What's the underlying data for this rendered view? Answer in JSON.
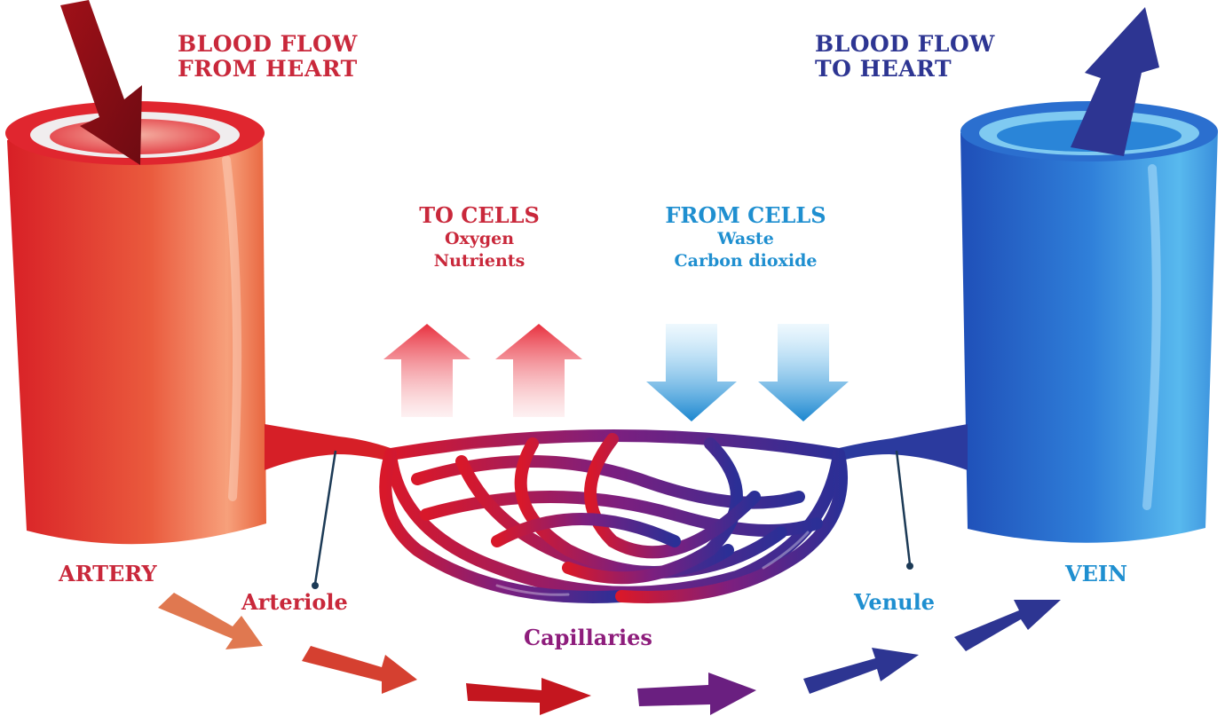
{
  "labels": {
    "from_heart": [
      "BLOOD FLOW",
      "FROM HEART"
    ],
    "to_heart": [
      "BLOOD FLOW",
      "TO HEART"
    ],
    "to_cells": {
      "title": "TO CELLS",
      "items": [
        "Oxygen",
        "Nutrients"
      ]
    },
    "from_cells": {
      "title": "FROM CELLS",
      "items": [
        "Waste",
        "Carbon dioxide"
      ]
    },
    "artery": "ARTERY",
    "arteriole": "Arteriole",
    "capillaries": "Capillaries",
    "venule": "Venule",
    "vein": "VEIN"
  },
  "colors": {
    "artery_red": "#c9283b",
    "vein_blue": "#2d3592",
    "from_cells_blue": "#1f8fd0",
    "capillaries_purple": "#8e1d7c"
  },
  "icons": [
    "down-arrow-icon",
    "up-arrow-icon",
    "flow-arrow-icon"
  ]
}
